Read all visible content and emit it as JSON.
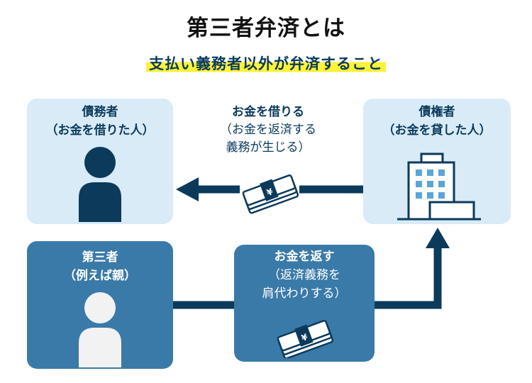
{
  "header": {
    "title": "第三者弁済とは",
    "subtitle": "支払い義務者以外が弁済すること"
  },
  "debtor": {
    "label_line1": "債務者",
    "label_line2": "（お金を借りた人）"
  },
  "creditor": {
    "label_line1": "債権者",
    "label_line2": "（お金を貸した人）"
  },
  "third_party": {
    "label_line1": "第三者",
    "label_line2": "（例えば親）"
  },
  "borrow": {
    "title": "お金を借りる",
    "desc_line1": "（お金を返済する",
    "desc_line2": "義務が生じる）"
  },
  "repay": {
    "title": "お金を返す",
    "desc_line1": "（返済義務を",
    "desc_line2": "肩代わりする）"
  },
  "icons": {
    "debtor": "person-icon",
    "third_party": "person-icon",
    "creditor": "building-icon",
    "money_top": "money-bundle-icon",
    "money_bottom": "money-bundle-icon",
    "yen_symbol": "¥"
  },
  "colors": {
    "navy": "#0b3a5b",
    "light_box": "#d8ebf7",
    "dark_box": "#3a7aa9",
    "highlight": "#fff23a"
  }
}
